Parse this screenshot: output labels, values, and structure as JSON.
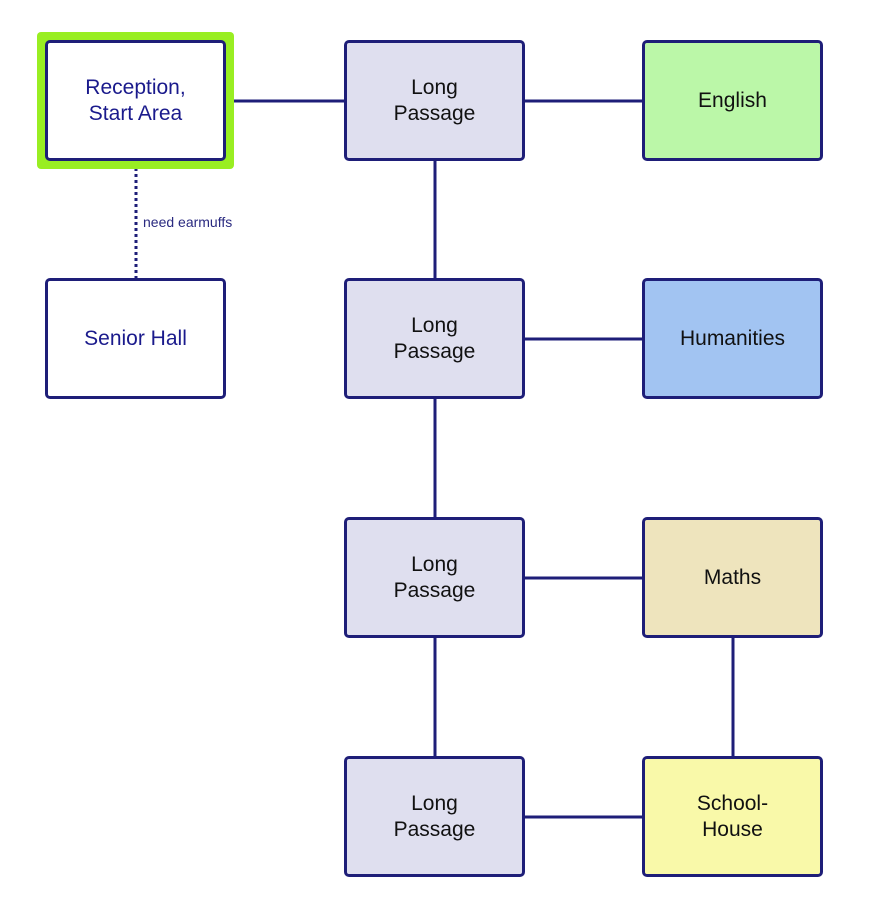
{
  "diagram": {
    "type": "map-flowchart",
    "colors": {
      "border": "#1e1e78",
      "edge": "#1e1e78",
      "start_highlight": "#99ee22",
      "passage_fill": "#dfdfef",
      "white_fill": "#ffffff",
      "english_fill": "#bbf7a8",
      "humanities_fill": "#a2c4f2",
      "maths_fill": "#eee4bd",
      "schoolhouse_fill": "#f9f9a9"
    },
    "nodes": [
      {
        "id": "reception",
        "label": "Reception,\nStart Area",
        "fill": "white_fill",
        "text_style": "navy",
        "highlight": true
      },
      {
        "id": "senior-hall",
        "label": "Senior Hall",
        "fill": "white_fill",
        "text_style": "navy",
        "highlight": false
      },
      {
        "id": "passage-1",
        "label": "Long\nPassage",
        "fill": "passage_fill",
        "text_style": "dark",
        "highlight": false
      },
      {
        "id": "passage-2",
        "label": "Long\nPassage",
        "fill": "passage_fill",
        "text_style": "dark",
        "highlight": false
      },
      {
        "id": "passage-3",
        "label": "Long\nPassage",
        "fill": "passage_fill",
        "text_style": "dark",
        "highlight": false
      },
      {
        "id": "passage-4",
        "label": "Long\nPassage",
        "fill": "passage_fill",
        "text_style": "dark",
        "highlight": false
      },
      {
        "id": "english",
        "label": "English",
        "fill": "english_fill",
        "text_style": "dark",
        "highlight": false
      },
      {
        "id": "humanities",
        "label": "Humanities",
        "fill": "humanities_fill",
        "text_style": "dark",
        "highlight": false
      },
      {
        "id": "maths",
        "label": "Maths",
        "fill": "maths_fill",
        "text_style": "dark",
        "highlight": false
      },
      {
        "id": "schoolhouse",
        "label": "School-\nHouse",
        "fill": "schoolhouse_fill",
        "text_style": "dark",
        "highlight": false
      }
    ],
    "edges": [
      {
        "from": "reception",
        "to": "passage-1",
        "style": "solid",
        "label": ""
      },
      {
        "from": "reception",
        "to": "senior-hall",
        "style": "dotted",
        "label": "need earmuffs"
      },
      {
        "from": "passage-1",
        "to": "english",
        "style": "solid",
        "label": ""
      },
      {
        "from": "passage-1",
        "to": "passage-2",
        "style": "solid",
        "label": ""
      },
      {
        "from": "passage-2",
        "to": "humanities",
        "style": "solid",
        "label": ""
      },
      {
        "from": "passage-2",
        "to": "passage-3",
        "style": "solid",
        "label": ""
      },
      {
        "from": "passage-3",
        "to": "maths",
        "style": "solid",
        "label": ""
      },
      {
        "from": "passage-3",
        "to": "passage-4",
        "style": "solid",
        "label": ""
      },
      {
        "from": "maths",
        "to": "schoolhouse",
        "style": "solid",
        "label": ""
      },
      {
        "from": "passage-4",
        "to": "schoolhouse",
        "style": "solid",
        "label": ""
      }
    ]
  }
}
